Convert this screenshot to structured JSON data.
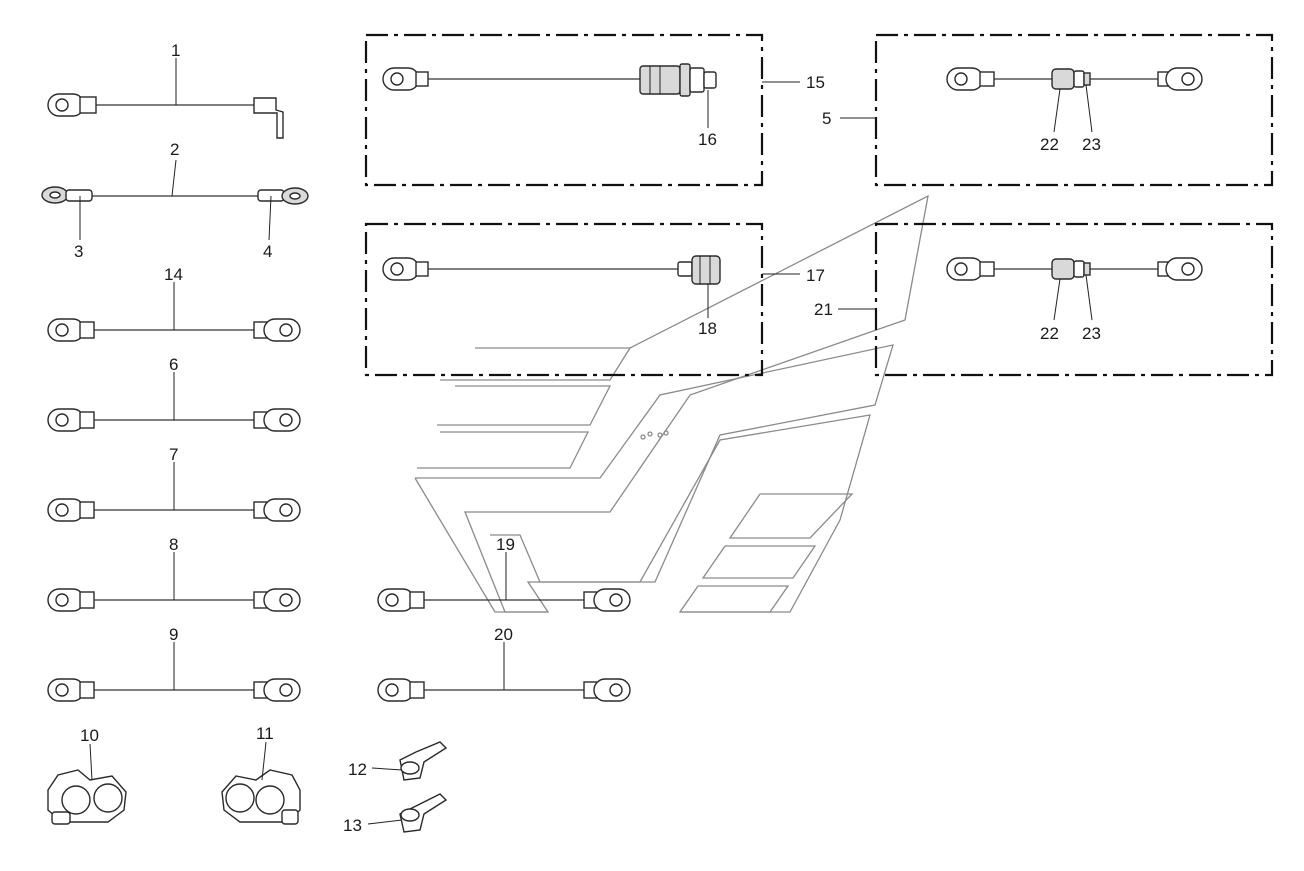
{
  "diagram": {
    "callouts": {
      "c1": "1",
      "c2": "2",
      "c3": "3",
      "c4": "4",
      "c5": "5",
      "c6": "6",
      "c7": "7",
      "c8": "8",
      "c9": "9",
      "c10": "10",
      "c11": "11",
      "c12": "12",
      "c13": "13",
      "c14": "14",
      "c15": "15",
      "c16": "16",
      "c17": "17",
      "c18": "18",
      "c19": "19",
      "c20": "20",
      "c21": "21",
      "c22a": "22",
      "c23a": "23",
      "c22b": "22",
      "c23b": "23"
    }
  }
}
